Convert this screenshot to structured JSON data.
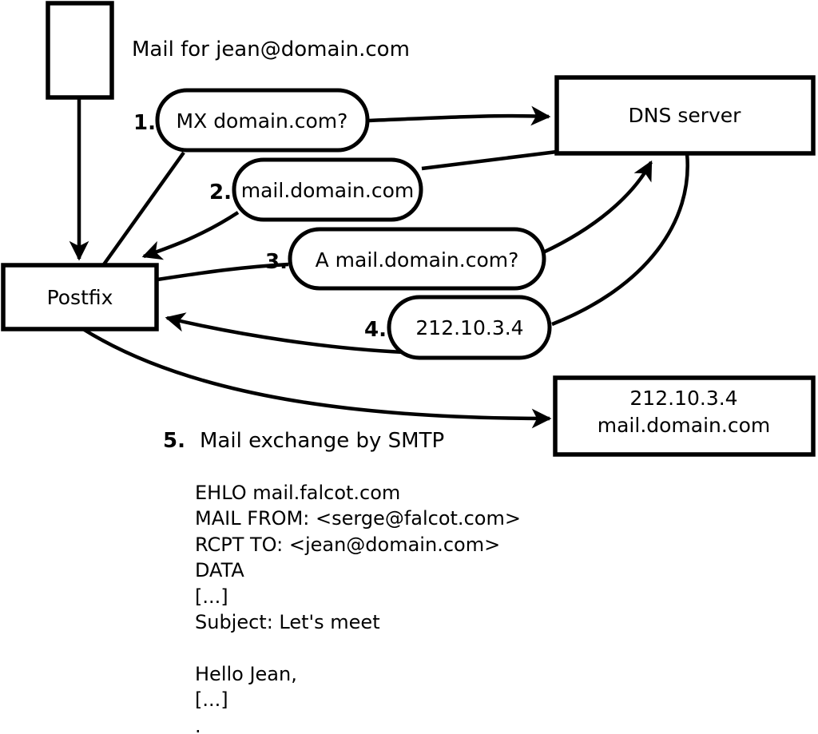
{
  "title": "Mail for jean@domain.com",
  "nodes": {
    "sender_mail": "",
    "postfix": "Postfix",
    "dns_server": "DNS server",
    "mail_host_ip": "212.10.3.4",
    "mail_host_name": "mail.domain.com"
  },
  "steps": [
    {
      "num": "1.",
      "label": "MX domain.com?"
    },
    {
      "num": "2.",
      "label": "mail.domain.com"
    },
    {
      "num": "3.",
      "label": "A mail.domain.com?"
    },
    {
      "num": "4.",
      "label": "212.10.3.4"
    },
    {
      "num": "5.",
      "label": "Mail exchange by SMTP"
    }
  ],
  "smtp": {
    "lines": [
      "EHLO mail.falcot.com",
      "MAIL FROM: <serge@falcot.com>",
      "RCPT TO: <jean@domain.com>",
      "DATA",
      "[...]",
      "Subject: Let's meet",
      "",
      "Hello Jean,",
      "[...]",
      "."
    ]
  },
  "colors": {
    "stroke": "#000000",
    "fill": "#ffffff"
  }
}
